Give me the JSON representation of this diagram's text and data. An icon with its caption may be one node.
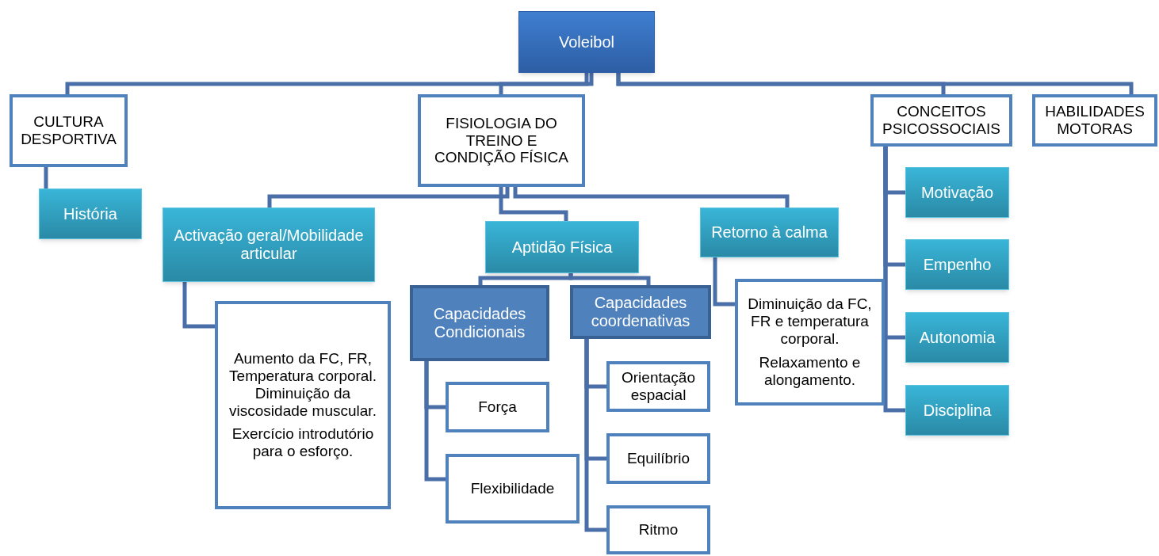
{
  "diagram": {
    "nodes": [
      {
        "text": [
          "Voleibol"
        ]
      },
      {
        "text": [
          "CULTURA DESPORTIVA"
        ]
      },
      {
        "text": [
          "História"
        ]
      },
      {
        "text": [
          "FISIOLOGIA DO TREINO E CONDIÇÃO FÍSICA"
        ]
      },
      {
        "text": [
          "Activação geral/Mobilidade articular"
        ]
      },
      {
        "text": [
          "Aptidão Física"
        ]
      },
      {
        "text": [
          "Retorno à calma"
        ]
      },
      {
        "text": [
          "Aumento da FC, FR, Temperatura corporal. Diminuição da viscosidade muscular.",
          "Exercício introdutório para o esforço."
        ]
      },
      {
        "text": [
          "Capacidades Condicionais"
        ]
      },
      {
        "text": [
          "Capacidades coordenativas"
        ]
      },
      {
        "text": [
          "Força"
        ]
      },
      {
        "text": [
          "Flexibilidade"
        ]
      },
      {
        "text": [
          "Orientação espacial"
        ]
      },
      {
        "text": [
          "Equilíbrio"
        ]
      },
      {
        "text": [
          "Ritmo"
        ]
      },
      {
        "text": [
          "Diminuição da FC, FR e temperatura corporal.",
          "Relaxamento e alongamento."
        ]
      },
      {
        "text": [
          "CONCEITOS PSICOSSOCIAIS"
        ]
      },
      {
        "text": [
          "HABILIDADES MOTORAS"
        ]
      },
      {
        "text": [
          "Motivação"
        ]
      },
      {
        "text": [
          "Empenho"
        ]
      },
      {
        "text": [
          "Autonomia"
        ]
      },
      {
        "text": [
          "Disciplina"
        ]
      }
    ],
    "edges": [
      {
        "from": 0,
        "to": 1,
        "arrow": "none"
      },
      {
        "from": 0,
        "to": 3,
        "arrow": "none"
      },
      {
        "from": 0,
        "to": 16,
        "arrow": "none"
      },
      {
        "from": 0,
        "to": 17,
        "arrow": "none"
      },
      {
        "from": 1,
        "to": 2,
        "arrow": "none"
      },
      {
        "from": 3,
        "to": 4,
        "arrow": "none"
      },
      {
        "from": 3,
        "to": 5,
        "arrow": "none"
      },
      {
        "from": 3,
        "to": 6,
        "arrow": "none"
      },
      {
        "from": 4,
        "to": 7,
        "arrow": "none"
      },
      {
        "from": 5,
        "to": 8,
        "arrow": "none"
      },
      {
        "from": 5,
        "to": 9,
        "arrow": "none"
      },
      {
        "from": 6,
        "to": 15,
        "arrow": "none"
      },
      {
        "from": 8,
        "to": 10,
        "arrow": "none"
      },
      {
        "from": 8,
        "to": 11,
        "arrow": "none"
      },
      {
        "from": 9,
        "to": 12,
        "arrow": "none"
      },
      {
        "from": 9,
        "to": 13,
        "arrow": "none"
      },
      {
        "from": 9,
        "to": 14,
        "arrow": "none"
      },
      {
        "from": 16,
        "to": 18,
        "arrow": "none"
      },
      {
        "from": 16,
        "to": 19,
        "arrow": "none"
      },
      {
        "from": 16,
        "to": 20,
        "arrow": "none"
      },
      {
        "from": 16,
        "to": 21,
        "arrow": "none"
      }
    ]
  }
}
